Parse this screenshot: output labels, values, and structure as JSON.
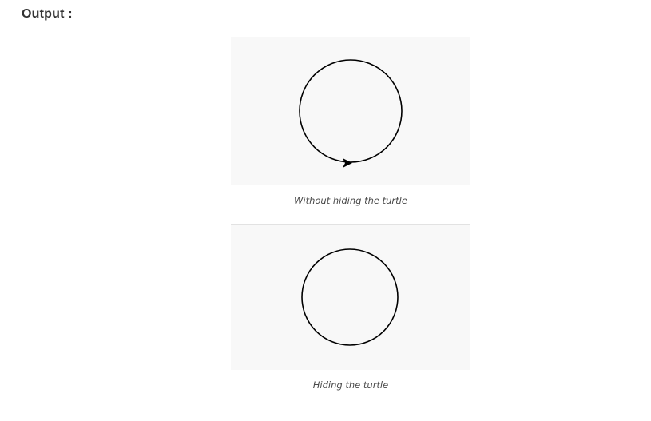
{
  "heading": "Output :",
  "figures": [
    {
      "caption": "Without hiding the turtle",
      "shows_turtle": true,
      "stroke_color": "#000000",
      "background": "#f8f8f8"
    },
    {
      "caption": "Hiding the turtle",
      "shows_turtle": false,
      "stroke_color": "#000000",
      "background": "#f8f8f8"
    }
  ]
}
